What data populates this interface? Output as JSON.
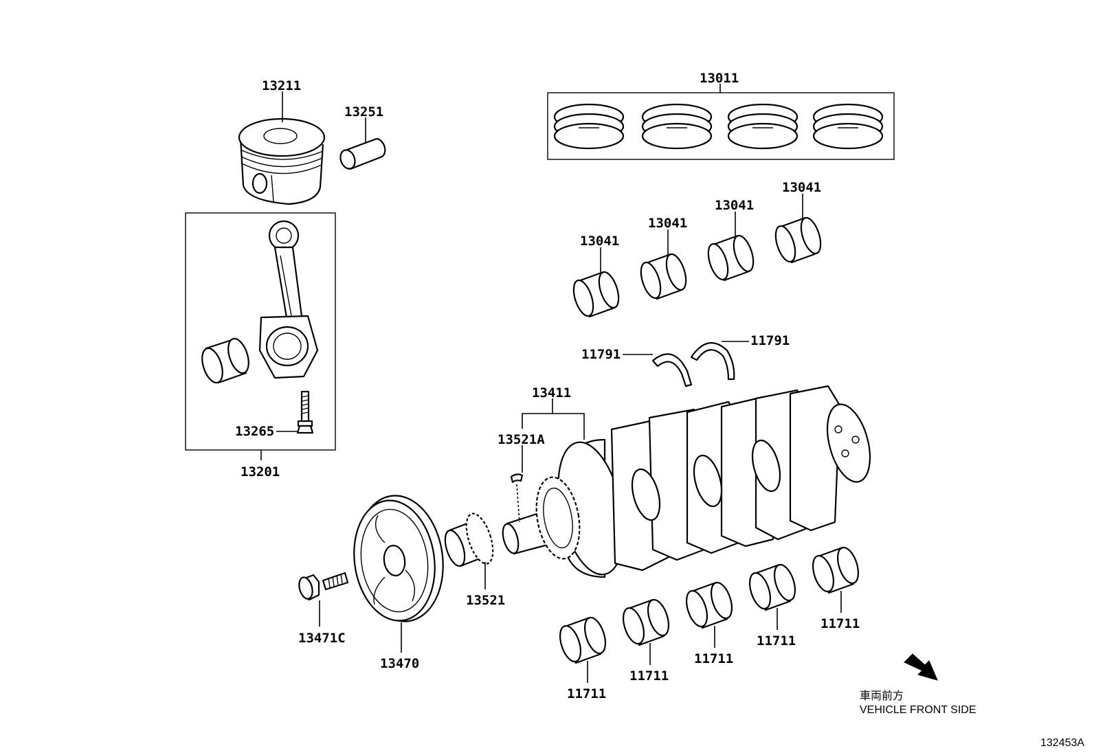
{
  "diagram_id": "132453A",
  "direction_note": {
    "japanese": "車両前方",
    "english": "VEHICLE FRONT SIDE"
  },
  "part_numbers": {
    "piston": "13211",
    "piston_pin": "13251",
    "piston_ring_set": "13011",
    "connecting_rod_assembly": "13201",
    "connecting_rod_bolt": "13265",
    "connecting_rod_bearing_1": "13041",
    "connecting_rod_bearing_2": "13041",
    "connecting_rod_bearing_3": "13041",
    "connecting_rod_bearing_4": "13041",
    "thrust_washer_left": "11791",
    "thrust_washer_right": "11791",
    "crankshaft": "13411",
    "crankshaft_key": "13521A",
    "timing_sprocket": "13521",
    "crank_pulley": "13470",
    "pulley_bolt": "13471C",
    "main_bearing_1": "11711",
    "main_bearing_2": "11711",
    "main_bearing_3": "11711",
    "main_bearing_4": "11711",
    "main_bearing_5": "11711"
  }
}
